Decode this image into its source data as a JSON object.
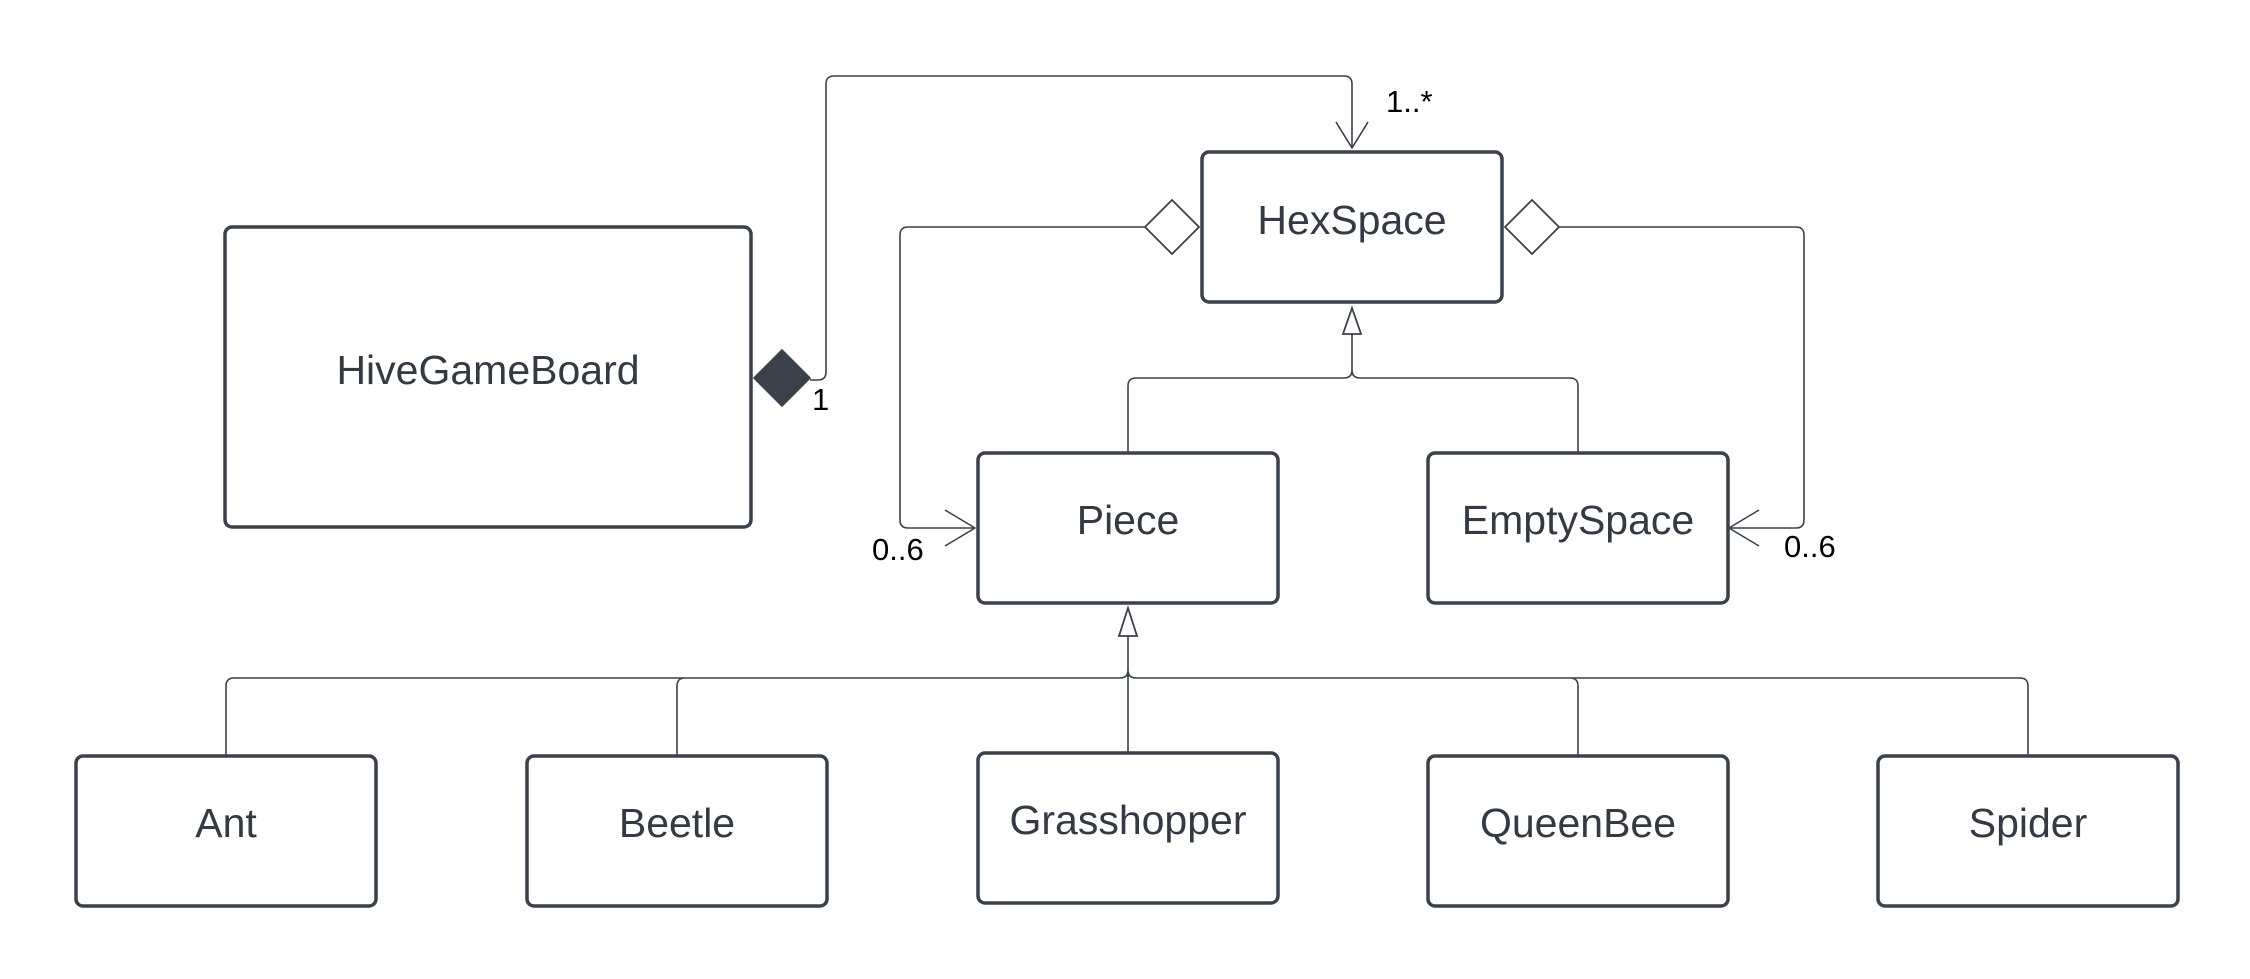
{
  "classes": {
    "hive_game_board": "HiveGameBoard",
    "hex_space": "HexSpace",
    "piece": "Piece",
    "empty_space": "EmptySpace",
    "ant": "Ant",
    "beetle": "Beetle",
    "grasshopper": "Grasshopper",
    "queen_bee": "QueenBee",
    "spider": "Spider"
  },
  "multiplicities": {
    "board_end": "1",
    "hexspace_end": "1..*",
    "piece_end": "0..6",
    "emptyspace_end": "0..6"
  }
}
